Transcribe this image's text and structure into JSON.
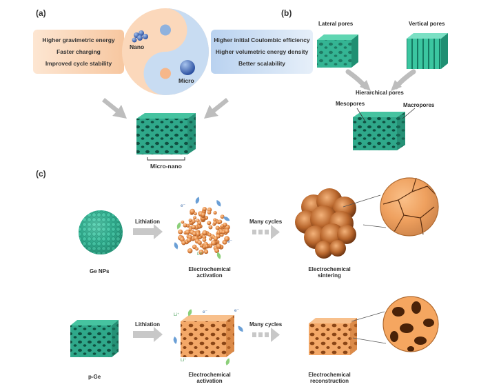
{
  "panels": {
    "a": "(a)",
    "b": "(b)",
    "c": "(c)"
  },
  "panel_a": {
    "nano_label": "Nano",
    "micro_label": "Micro",
    "nano_benefits": [
      "Higher gravimetric energy",
      "Faster charging",
      "Improved cycle stability"
    ],
    "micro_benefits": [
      "Higher initial Coulombic efficiency",
      "Higher volumetric energy density",
      "Better scalability"
    ],
    "result_label": "Micro-nano"
  },
  "panel_b": {
    "lateral_label": "Lateral pores",
    "vertical_label": "Vertical pores",
    "hierarchical_label": "Hierarchical pores",
    "mesopores_label": "Mesopores",
    "macropores_label": "Macropores"
  },
  "panel_c": {
    "row1": {
      "start_label": "Ge NPs",
      "step1": "Lithiation",
      "mid_label_line1": "Electrochemical",
      "mid_label_line2": "activation",
      "step2": "Many cycles",
      "end_label_line1": "Electrochemical",
      "end_label_line2": "sintering"
    },
    "row2": {
      "start_label": "p-Ge",
      "step1": "Lithiation",
      "mid_label_line1": "Electrochemical",
      "mid_label_line2": "activation",
      "step2": "Many cycles",
      "end_label_line1": "Electrochemical",
      "end_label_line2": "reconstruction"
    },
    "li_ion": "Li⁺",
    "electron": "e⁻"
  },
  "colors": {
    "teal": "#2fa88a",
    "teal_dark": "#1d7f66",
    "orange": "#f0a060",
    "orange_light": "#fbd6b4",
    "blue": "#7fa8d8",
    "blue_light": "#dbe8f6",
    "peach_box": "#fbd9be",
    "gray_arrow": "#bdbdbd"
  }
}
